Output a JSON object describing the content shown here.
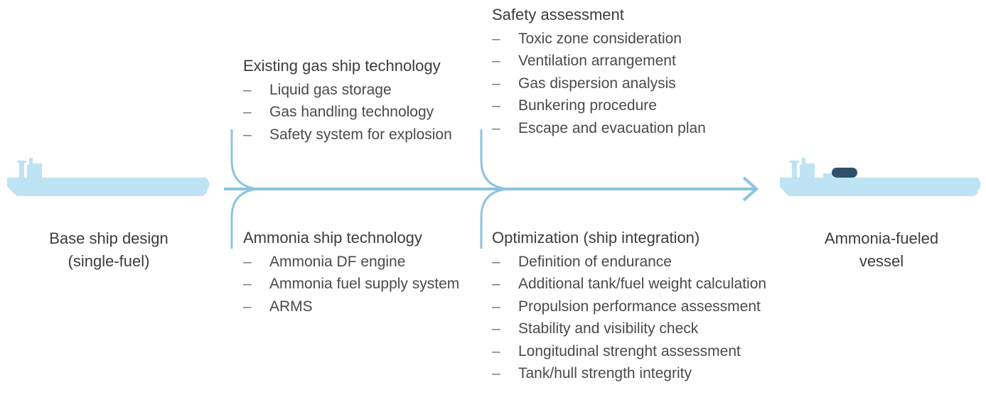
{
  "start_label": "Base ship design\n(single-fuel)",
  "end_label": "Ammonia-fueled\nvessel",
  "sections": {
    "existing_gas": {
      "title": "Existing gas ship technology",
      "items": [
        "Liquid gas storage",
        "Gas handling technology",
        "Safety system for explosion"
      ]
    },
    "ammonia_tech": {
      "title": "Ammonia ship technology",
      "items": [
        "Ammonia DF engine",
        "Ammonia fuel supply system",
        "ARMS"
      ]
    },
    "safety": {
      "title": "Safety assessment",
      "items": [
        "Toxic zone consideration",
        "Ventilation arrangement",
        "Gas dispersion analysis",
        "Bunkering procedure",
        "Escape and evacuation plan"
      ]
    },
    "optimization": {
      "title": "Optimization (ship integration)",
      "items": [
        "Definition of endurance",
        "Additional tank/fuel weight calculation",
        "Propulsion performance assessment",
        "Stability and visibility check",
        "Longitudinal strenght assessment",
        "Tank/hull strength integrity"
      ]
    }
  },
  "bullet": "–",
  "colors": {
    "ship": "#bde3f4",
    "arrow": "#8bc4e0",
    "tank": "#2f4f6b",
    "text": "#3c3c3c"
  }
}
